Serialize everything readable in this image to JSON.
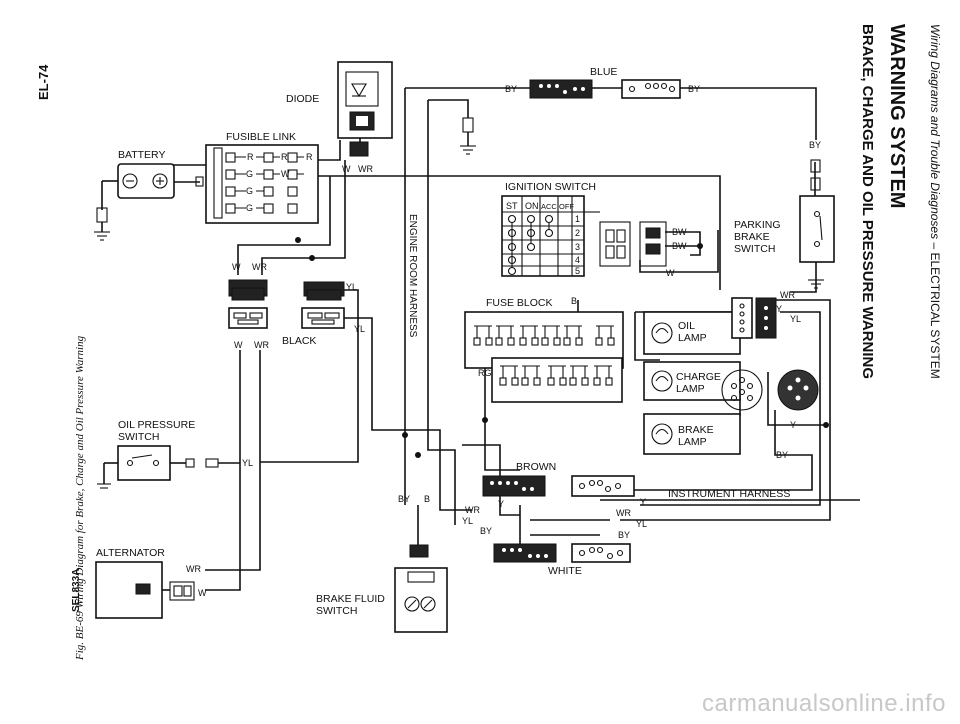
{
  "header": {
    "breadcrumb": "Wiring Diagrams and Trouble Diagnoses",
    "section": "ELECTRICAL SYSTEM",
    "title": "WARNING SYSTEM",
    "subtitle": "BRAKE, CHARGE AND OIL PRESSURE WARNING"
  },
  "page_number": "EL-74",
  "figure": {
    "caption": "Fig. BE-69 Wiring Diagram for Brake, Charge and Oil Pressure Warning",
    "code": "SEL833A"
  },
  "components": {
    "battery": "BATTERY",
    "fusible_link": "FUSIBLE LINK",
    "diode": "DIODE",
    "ignition_switch": "IGNITION SWITCH",
    "fuse_block": "FUSE BLOCK",
    "parking_brake_switch": [
      "PARKING",
      "BRAKE",
      "SWITCH"
    ],
    "oil_lamp": [
      "OIL",
      "LAMP"
    ],
    "charge_lamp": [
      "CHARGE",
      "LAMP"
    ],
    "brake_lamp": [
      "BRAKE",
      "LAMP"
    ],
    "oil_pressure_switch": [
      "OIL PRESSURE",
      "SWITCH"
    ],
    "alternator": "ALTERNATOR",
    "brake_fluid_switch": [
      "BRAKE FLUID",
      "SWITCH"
    ],
    "engine_room_harness": "ENGINE ROOM HARNESS",
    "instrument_harness": "INSTRUMENT HARNESS"
  },
  "connectors": {
    "blue": "BLUE",
    "black": "BLACK",
    "brown": "BROWN",
    "white": "WHITE"
  },
  "ignition_positions": [
    "ST",
    "ON",
    "ACC",
    "OFF"
  ],
  "ignition_terminals": [
    "1",
    "2",
    "3",
    "4",
    "5"
  ],
  "wire_labels": {
    "by": "BY",
    "r": "R",
    "w": "W",
    "wr": "WR",
    "g": "G",
    "yl": "YL",
    "bw": "BW",
    "b": "B",
    "rg": "RG",
    "y": "Y"
  },
  "watermark": "carmanualsonline.info"
}
